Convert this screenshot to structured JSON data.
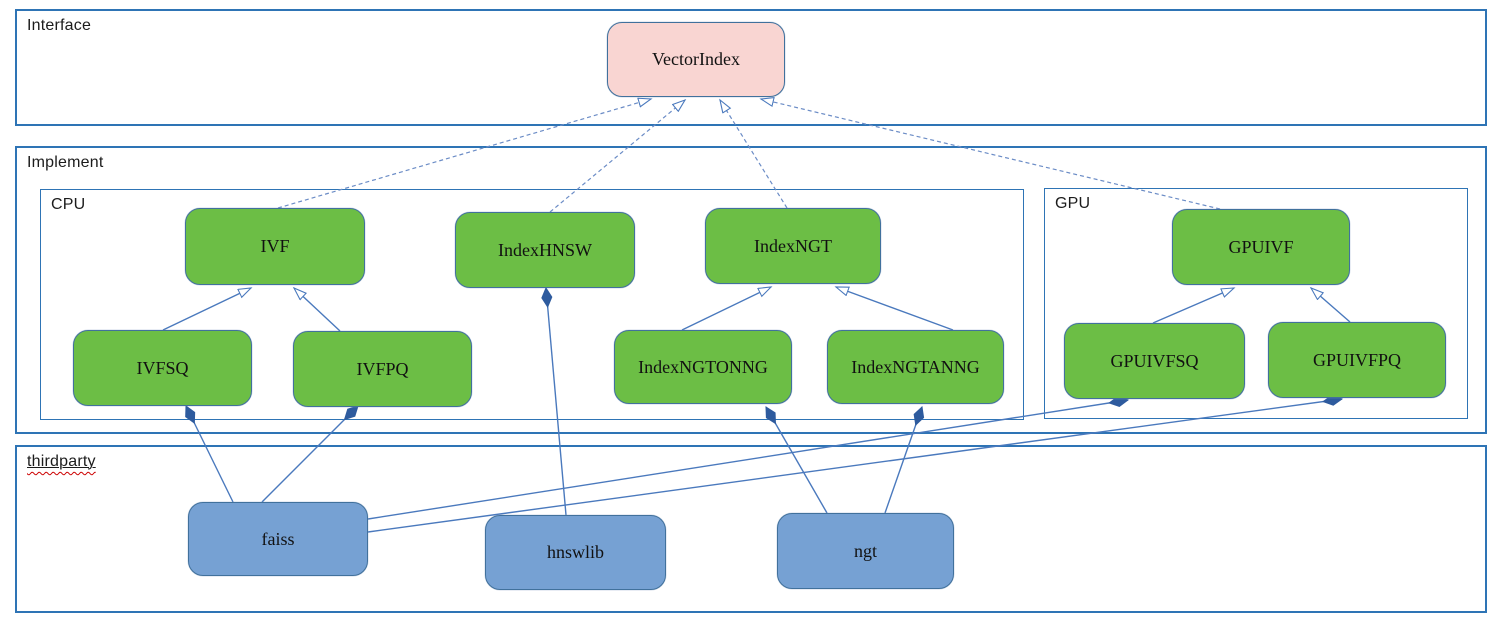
{
  "sections": {
    "interface": {
      "label": "Interface"
    },
    "implement": {
      "label": "Implement"
    },
    "cpu": {
      "label": "CPU"
    },
    "gpu": {
      "label": "GPU"
    },
    "thirdparty": {
      "label": "thirdparty"
    }
  },
  "colors": {
    "interface_fill": "#f9d5d2",
    "implement_fill": "#6cbe45",
    "thirdparty_fill": "#76a1d3",
    "frame_border": "#2e74b5",
    "node_border": "#41719c",
    "connector": "#4a79bd",
    "diamond_fill": "#2e5b9e",
    "spellcheck_underline": "#cc0000"
  },
  "diagram": {
    "nodes": [
      {
        "id": "vectorindex",
        "label": "VectorIndex",
        "kind": "interface",
        "section": "interface"
      },
      {
        "id": "ivf",
        "label": "IVF",
        "kind": "impl",
        "section": "cpu"
      },
      {
        "id": "indexhnsw",
        "label": "IndexHNSW",
        "kind": "impl",
        "section": "cpu"
      },
      {
        "id": "indexngt",
        "label": "IndexNGT",
        "kind": "impl",
        "section": "cpu"
      },
      {
        "id": "ivfsq",
        "label": "IVFSQ",
        "kind": "impl",
        "section": "cpu"
      },
      {
        "id": "ivfpq",
        "label": "IVFPQ",
        "kind": "impl",
        "section": "cpu"
      },
      {
        "id": "indexngtonng",
        "label": "IndexNGTONNG",
        "kind": "impl",
        "section": "cpu"
      },
      {
        "id": "indexngtanng",
        "label": "IndexNGTANNG",
        "kind": "impl",
        "section": "cpu"
      },
      {
        "id": "gpuivf",
        "label": "GPUIVF",
        "kind": "impl",
        "section": "gpu"
      },
      {
        "id": "gpuivfsq",
        "label": "GPUIVFSQ",
        "kind": "impl",
        "section": "gpu"
      },
      {
        "id": "gpuivfpq",
        "label": "GPUIVFPQ",
        "kind": "impl",
        "section": "gpu"
      },
      {
        "id": "faiss",
        "label": "faiss",
        "kind": "thirdparty",
        "section": "thirdparty"
      },
      {
        "id": "hnswlib",
        "label": "hnswlib",
        "kind": "thirdparty",
        "section": "thirdparty"
      },
      {
        "id": "ngt",
        "label": "ngt",
        "kind": "thirdparty",
        "section": "thirdparty"
      }
    ],
    "edges": [
      {
        "from": "ivf",
        "to": "vectorindex",
        "type": "realization"
      },
      {
        "from": "indexhnsw",
        "to": "vectorindex",
        "type": "realization"
      },
      {
        "from": "indexngt",
        "to": "vectorindex",
        "type": "realization"
      },
      {
        "from": "gpuivf",
        "to": "vectorindex",
        "type": "realization"
      },
      {
        "from": "ivfsq",
        "to": "ivf",
        "type": "inheritance"
      },
      {
        "from": "ivfpq",
        "to": "ivf",
        "type": "inheritance"
      },
      {
        "from": "indexngtonng",
        "to": "indexngt",
        "type": "inheritance"
      },
      {
        "from": "indexngtanng",
        "to": "indexngt",
        "type": "inheritance"
      },
      {
        "from": "gpuivfsq",
        "to": "gpuivf",
        "type": "inheritance"
      },
      {
        "from": "gpuivfpq",
        "to": "gpuivf",
        "type": "inheritance"
      },
      {
        "from": "indexhnsw",
        "to": "hnswlib",
        "type": "composition"
      },
      {
        "from": "ivfsq",
        "to": "faiss",
        "type": "composition"
      },
      {
        "from": "ivfpq",
        "to": "faiss",
        "type": "composition"
      },
      {
        "from": "indexngtonng",
        "to": "ngt",
        "type": "composition"
      },
      {
        "from": "indexngtanng",
        "to": "ngt",
        "type": "composition"
      },
      {
        "from": "gpuivfsq",
        "to": "faiss",
        "type": "composition"
      },
      {
        "from": "gpuivfpq",
        "to": "faiss",
        "type": "composition"
      }
    ]
  }
}
